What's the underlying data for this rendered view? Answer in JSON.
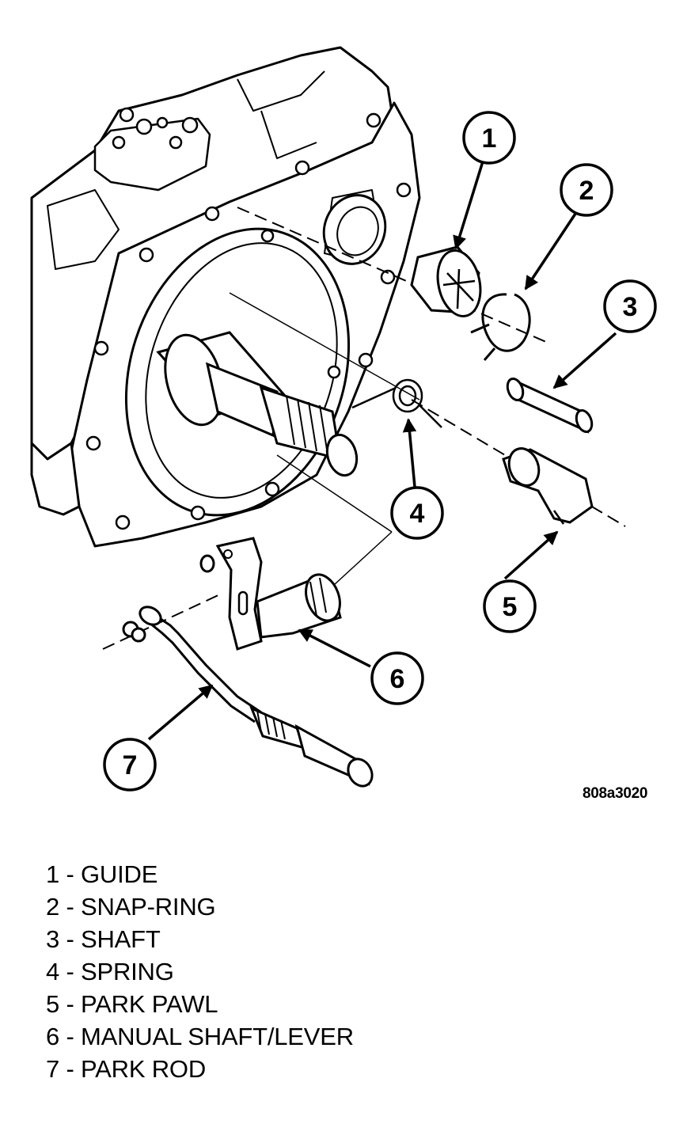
{
  "figure_id": "808a3020",
  "callouts": [
    "1",
    "2",
    "3",
    "4",
    "5",
    "6",
    "7"
  ],
  "legend": [
    {
      "number": "1",
      "text": "1 - GUIDE"
    },
    {
      "number": "2",
      "text": "2 - SNAP-RING"
    },
    {
      "number": "3",
      "text": "3 - SHAFT"
    },
    {
      "number": "4",
      "text": "4 - SPRING"
    },
    {
      "number": "5",
      "text": "5 - PARK PAWL"
    },
    {
      "number": "6",
      "text": "6 - MANUAL SHAFT/LEVER"
    },
    {
      "number": "7",
      "text": "7 - PARK ROD"
    }
  ]
}
